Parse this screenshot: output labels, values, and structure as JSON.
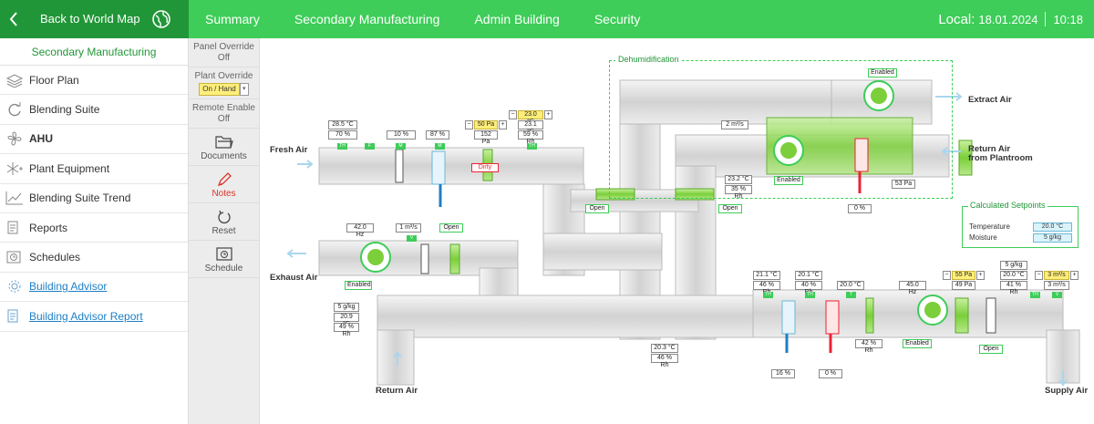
{
  "header": {
    "back_label": "Back to World Map",
    "tabs": [
      "Summary",
      "Secondary Manufacturing",
      "Admin Building",
      "Security"
    ],
    "clock_label": "Local:",
    "date": "18.01.2024",
    "time": "10:18"
  },
  "sidebar": {
    "title": "Secondary Manufacturing",
    "items": [
      {
        "label": "Floor Plan",
        "icon": "layers-icon"
      },
      {
        "label": "Blending Suite",
        "icon": "refresh-icon"
      },
      {
        "label": "AHU",
        "icon": "fan-icon"
      },
      {
        "label": "Plant Equipment",
        "icon": "snowflake-icon"
      },
      {
        "label": "Blending Suite Trend",
        "icon": "trend-icon"
      },
      {
        "label": "Reports",
        "icon": "report-icon"
      },
      {
        "label": "Schedules",
        "icon": "schedule-icon"
      },
      {
        "label": "Building Advisor",
        "icon": "gear-icon"
      },
      {
        "label": "Building Advisor Report",
        "icon": "report-icon"
      }
    ]
  },
  "tools": {
    "panel_override_label": "Panel Override",
    "panel_override_value": "Off",
    "plant_override_label": "Plant Override",
    "plant_override_value": "On / Hand",
    "remote_enable_label": "Remote Enable",
    "remote_enable_value": "Off",
    "documents": "Documents",
    "notes": "Notes",
    "reset": "Reset",
    "schedule": "Schedule"
  },
  "diagram": {
    "fresh_air": "Fresh Air",
    "exhaust_air": "Exhaust Air",
    "return_air": "Return Air",
    "supply_air": "Supply Air",
    "extract_air": "Extract Air",
    "return_plant_1": "Return Air",
    "return_plant_2": "from Plantroom",
    "dehumidification": "Dehumidification",
    "fresh_temp": "28.5 °C",
    "fresh_rh": "70 %",
    "fresh_damper": "10 %",
    "fresh_valve": "87 %",
    "filter_sp": "50 Pa",
    "filter_pa": "152 Pa",
    "filter_status": "Dirty",
    "temp_sp": "23.0 °C",
    "temp_1": "23.1 °C",
    "rh_1": "59 % Rh",
    "exh_hz": "42.0 Hz",
    "exh_flow": "1 m³/s",
    "exh_open": "Open",
    "exh_enabled": "Enabled",
    "mix_humid": "5 g/kg",
    "mix_temp": "20.9 °C",
    "mix_rh": "49 % Rh",
    "open_1": "Open",
    "open_2": "Open",
    "dehum_flow": "2 m³/s",
    "dehum_temp": "23.2 °C",
    "dehum_rh": "35 % Rh",
    "dehum_enabled_top": "Enabled",
    "dehum_enabled": "Enabled",
    "dehum_pa": "53 Pa",
    "dehum_valve": "0 %",
    "ret_temp": "20.3 °C",
    "ret_rh": "46 % Rh",
    "sup_t1": "21.1 °C",
    "sup_rh1": "46 % Rh",
    "sup_t2": "20.1 °C",
    "sup_rh2": "40 % Rh",
    "sup_t3": "20.0 °C",
    "sup_hz": "45.0 Hz",
    "sup_rh3": "42 % Rh",
    "sup_enabled": "Enabled",
    "sup_pa_sp": "55 Pa",
    "sup_pa": "49 Pa",
    "sup_humid": "5 g/kg",
    "sup_t4": "20.0 °C",
    "sup_rh4": "41 % Rh",
    "sup_flow_sp": "3 m³/s",
    "sup_flow": "3 m³/s",
    "sup_open": "Open",
    "cool_valve": "16 %",
    "heat_valve": "0 %"
  },
  "setpoints": {
    "title": "Calculated Setpoints",
    "temp_label": "Temperature",
    "temp_value": "20.0 °C",
    "moisture_label": "Moisture",
    "moisture_value": "5 g/kg"
  },
  "colors": {
    "brand_green": "#3dcd58",
    "dark_green": "#219638",
    "link_blue": "#1f7fc4"
  }
}
